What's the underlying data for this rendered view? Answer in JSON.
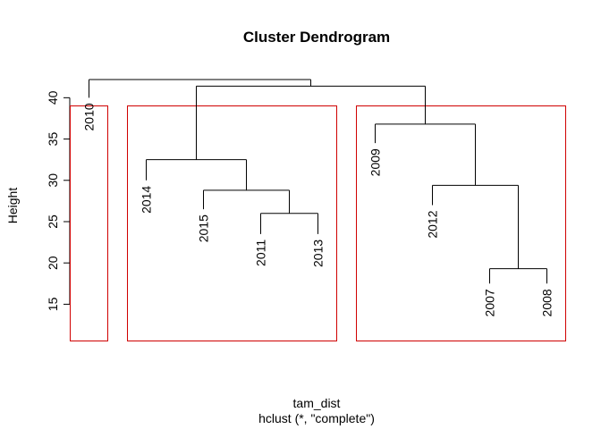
{
  "chart_data": {
    "type": "dendrogram",
    "title": "Cluster Dendrogram",
    "xlabel": "tam_dist",
    "sublabel": "hclust (*, \"complete\")",
    "ylabel": "Height",
    "ylim": [
      10.5,
      43.5
    ],
    "yticks": [
      15,
      20,
      25,
      30,
      35,
      40
    ],
    "leaves": [
      {
        "label": "2010",
        "x": 1,
        "h": 40.0
      },
      {
        "label": "2014",
        "x": 2,
        "h": 30.0
      },
      {
        "label": "2015",
        "x": 3,
        "h": 26.5
      },
      {
        "label": "2011",
        "x": 4,
        "h": 23.5
      },
      {
        "label": "2013",
        "x": 5,
        "h": 23.5
      },
      {
        "label": "2009",
        "x": 6,
        "h": 34.5
      },
      {
        "label": "2012",
        "x": 7,
        "h": 27.0
      },
      {
        "label": "2007",
        "x": 8,
        "h": 17.5
      },
      {
        "label": "2008",
        "x": 9,
        "h": 17.5
      }
    ],
    "merges": [
      {
        "id": "m1",
        "left": "2011",
        "right": "2013",
        "height": 26.0
      },
      {
        "id": "m2",
        "left": "2015",
        "right": "m1",
        "height": 28.8
      },
      {
        "id": "m3",
        "left": "2014",
        "right": "m2",
        "height": 32.5
      },
      {
        "id": "m4",
        "left": "2007",
        "right": "2008",
        "height": 19.3
      },
      {
        "id": "m5",
        "left": "2012",
        "right": "m4",
        "height": 29.4
      },
      {
        "id": "m6",
        "left": "2009",
        "right": "m5",
        "height": 36.8
      },
      {
        "id": "m7",
        "left": "m3",
        "right": "m6",
        "height": 41.4
      },
      {
        "id": "m8",
        "left": "2010",
        "right": "m7",
        "height": 42.2
      }
    ],
    "cluster_boxes": {
      "color": "#d00000",
      "groups": [
        [
          "2010"
        ],
        [
          "2014",
          "2015",
          "2011",
          "2013"
        ],
        [
          "2009",
          "2012",
          "2007",
          "2008"
        ]
      ]
    }
  }
}
